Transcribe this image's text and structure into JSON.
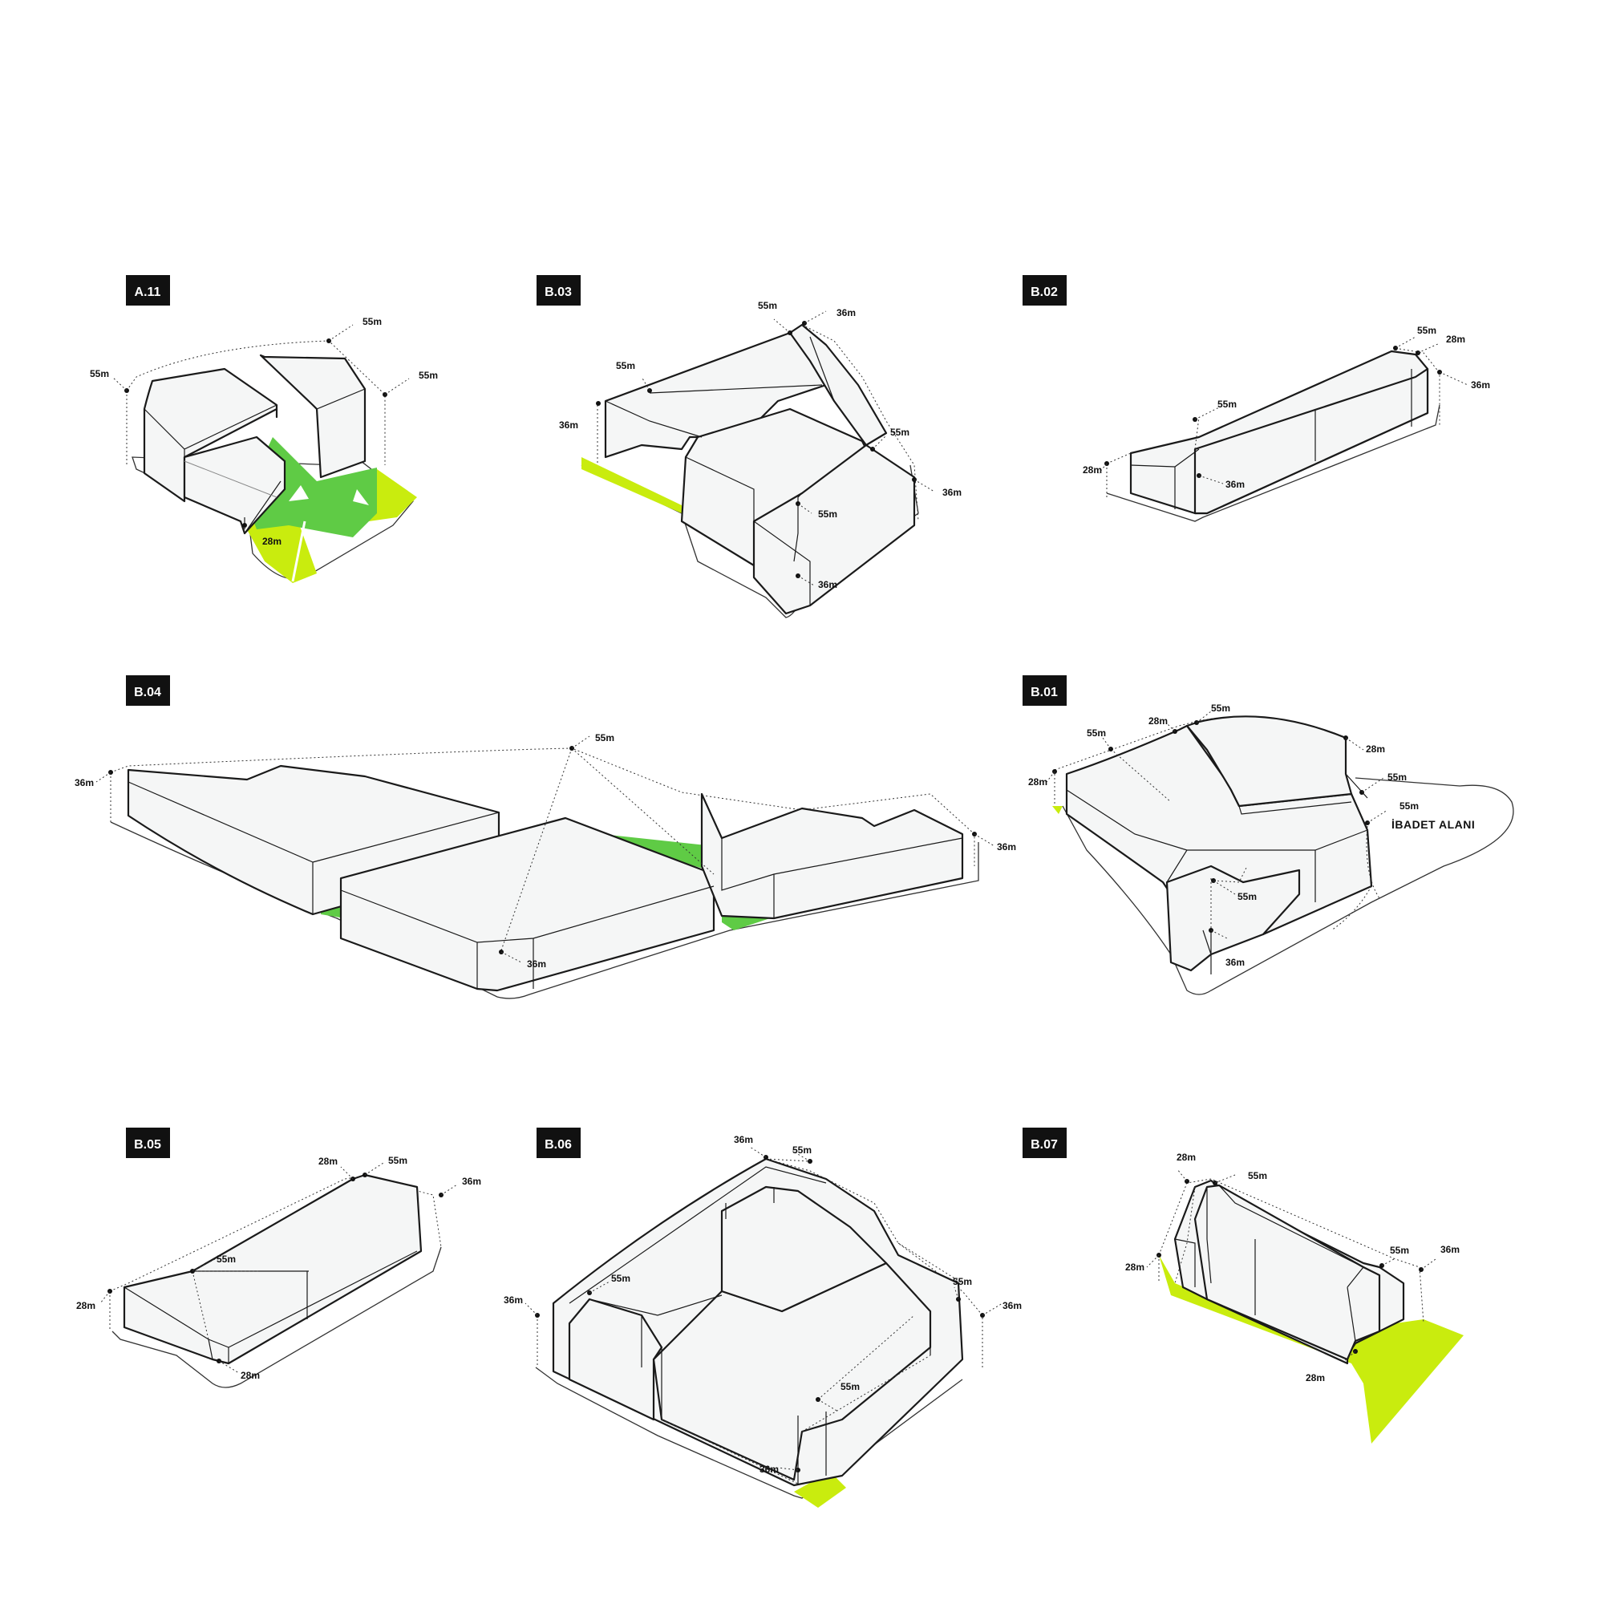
{
  "blocks": {
    "a11": {
      "tag": "A.11",
      "h1": "55m",
      "h2": "55m",
      "h3": "55m",
      "h4": "28m"
    },
    "b03": {
      "tag": "B.03",
      "h1": "55m",
      "h2": "36m",
      "h3": "55m",
      "h4": "36m",
      "h5": "55m",
      "h6": "36m",
      "h7": "55m",
      "h8": "36m"
    },
    "b02": {
      "tag": "B.02",
      "h1": "55m",
      "h2": "28m",
      "h3": "36m",
      "h4": "55m",
      "h5": "28m",
      "h6": "36m"
    },
    "b04": {
      "tag": "B.04",
      "h1": "36m",
      "h2": "55m",
      "h3": "36m",
      "h4": "36m"
    },
    "b01": {
      "tag": "B.01",
      "h1": "28m",
      "h2": "55m",
      "h3": "55m",
      "h4": "28m",
      "h5": "28m",
      "h6": "55m",
      "h7": "55m",
      "h8": "55m",
      "h9": "36m",
      "area": "İBADET ALANI"
    },
    "b05": {
      "tag": "B.05",
      "h1": "28m",
      "h2": "55m",
      "h3": "36m",
      "h4": "55m",
      "h5": "28m",
      "h6": "28m"
    },
    "b06": {
      "tag": "B.06",
      "h1": "36m",
      "h2": "55m",
      "h3": "36m",
      "h4": "55m",
      "h5": "55m",
      "h6": "36m",
      "h7": "55m",
      "h8": "36m"
    },
    "b07": {
      "tag": "B.07",
      "h1": "28m",
      "h2": "55m",
      "h3": "28m",
      "h4": "55m",
      "h5": "36m",
      "h6": "28m"
    }
  }
}
